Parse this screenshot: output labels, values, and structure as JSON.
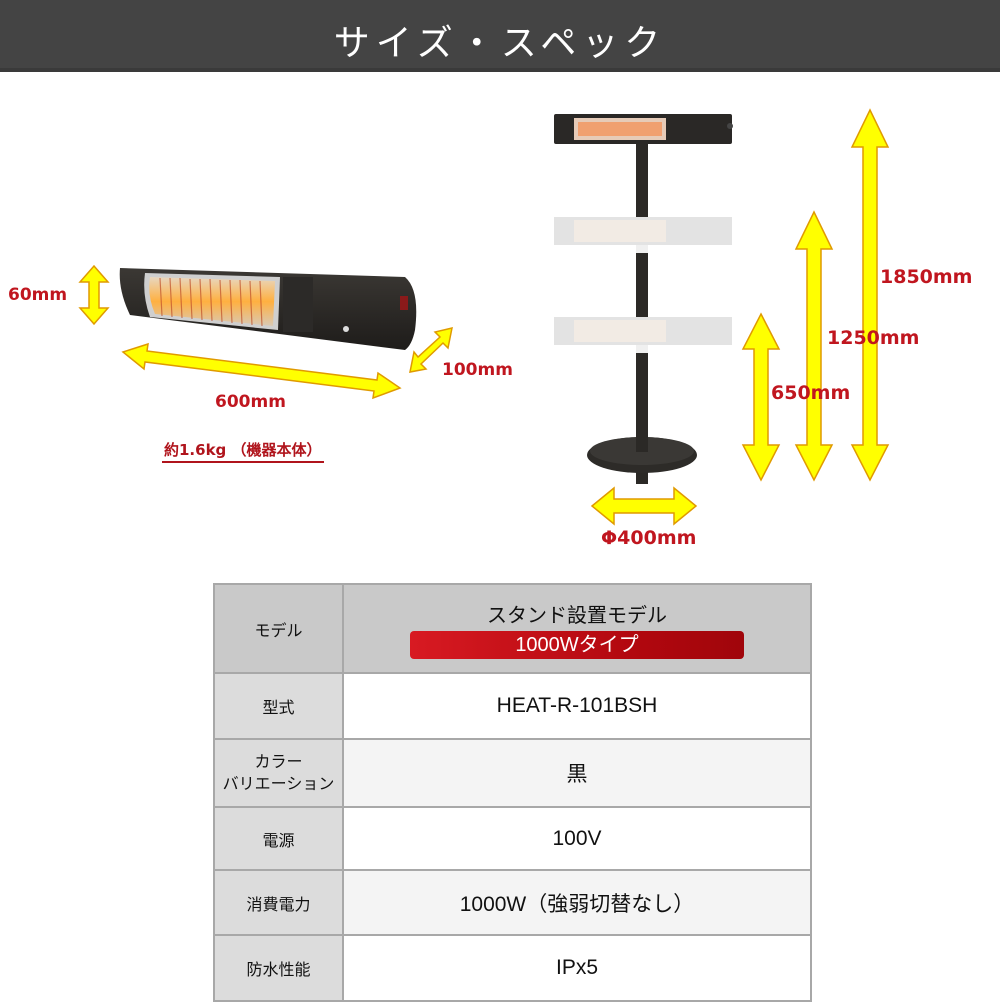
{
  "header": {
    "title": "サイズ・スペック"
  },
  "wall_heater": {
    "height_label": "60mm",
    "width_label": "600mm",
    "depth_label": "100mm",
    "weight_label": "約1.6kg （機器本体）"
  },
  "stand_heater": {
    "heights": [
      "1850mm",
      "1250mm",
      "650mm"
    ],
    "base_diameter_label": "Φ400mm"
  },
  "colors": {
    "header_bg": "#444444",
    "dimension_text": "#c0161f",
    "arrow_fill": "#ffff00",
    "arrow_stroke": "#e09a00",
    "badge_red": "#c8101a"
  },
  "spec_table": {
    "model": {
      "label": "モデル",
      "value": "スタンド設置モデル",
      "badge": "1000Wタイプ"
    },
    "rows": [
      {
        "label": "型式",
        "value": "HEAT-R-101BSH"
      },
      {
        "label_line1": "カラー",
        "label_line2": "バリエーション",
        "value": "黒"
      },
      {
        "label": "電源",
        "value": "100V"
      },
      {
        "label": "消費電力",
        "value": "1000W（強弱切替なし）"
      },
      {
        "label": "防水性能",
        "value": "IPx5"
      }
    ]
  }
}
